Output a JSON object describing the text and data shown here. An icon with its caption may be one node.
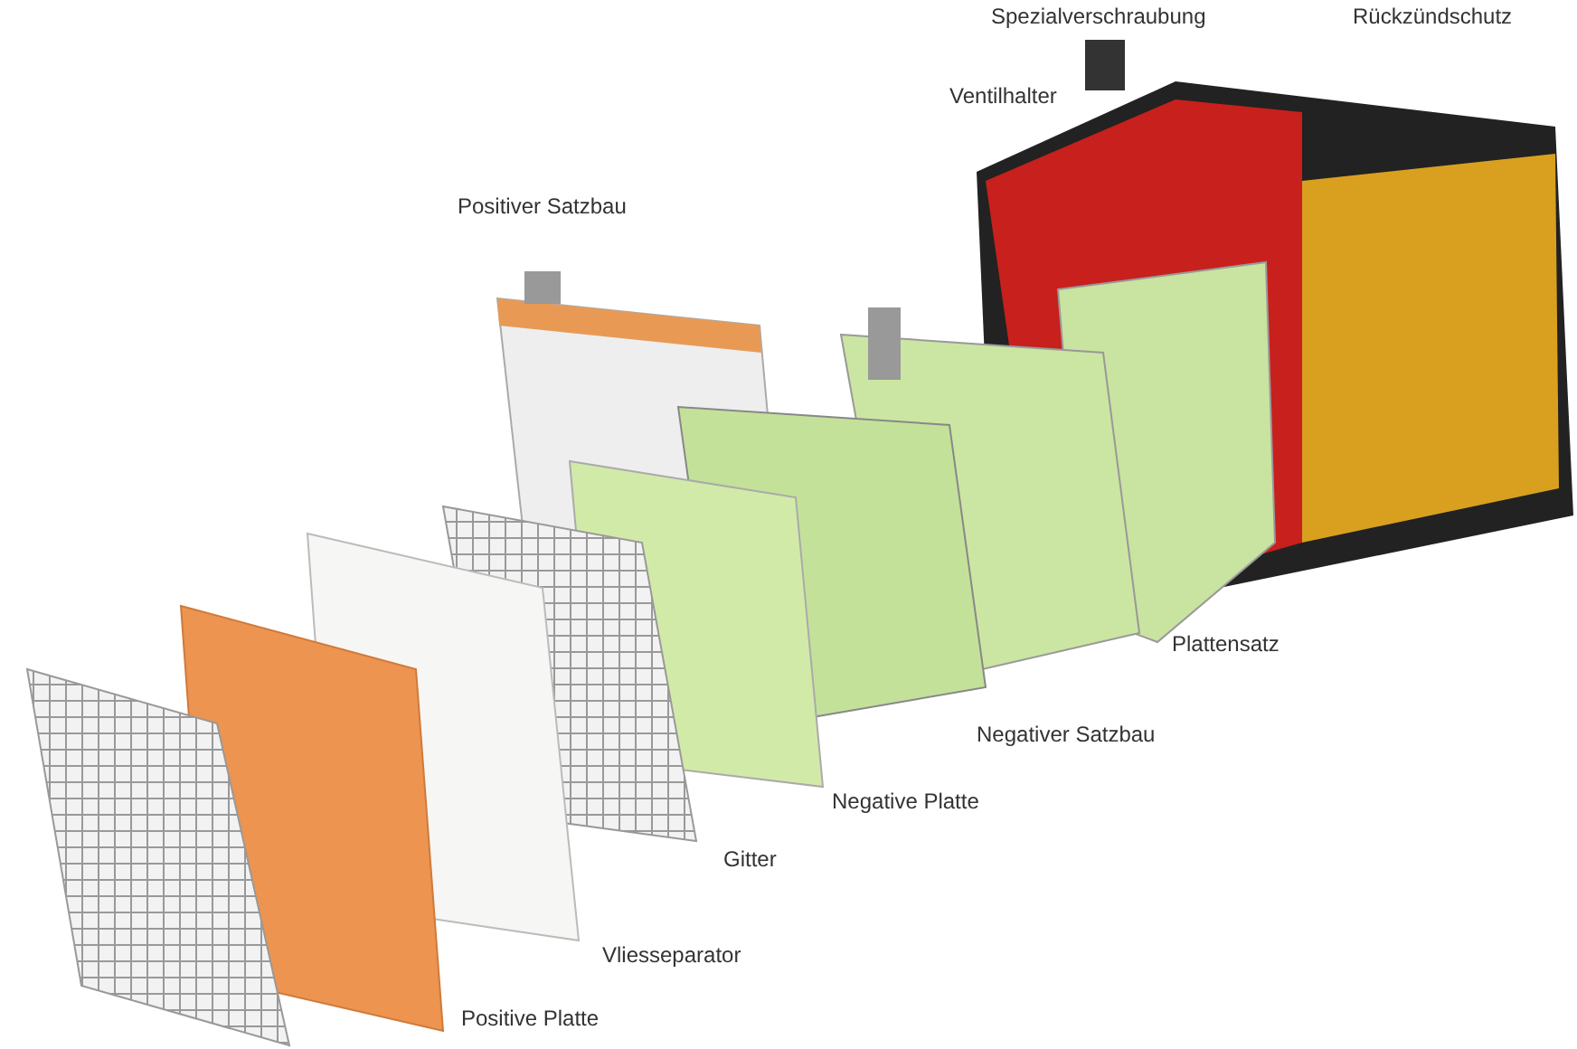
{
  "diagram": {
    "labels": [
      "Spezialverschraubung",
      "Rückzündschutz",
      "Ventilhalter",
      "Positiver Satzbau",
      "Plattensatz",
      "Negativer Satzbau",
      "Negative Platte",
      "Gitter",
      "Vliesseparator",
      "Positive Platte"
    ]
  }
}
